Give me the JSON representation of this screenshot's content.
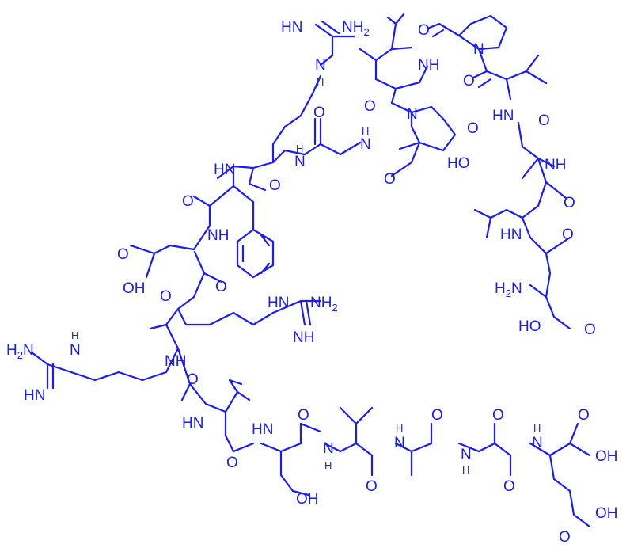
{
  "molecule": {
    "color": "#1a1aff",
    "background": "#ffffff",
    "labels": [
      {
        "id": "arg1-hn",
        "text": "HN",
        "sub": ""
      },
      {
        "id": "arg1-nh2",
        "text": "NH",
        "sub": "2"
      },
      {
        "id": "arg1-nh-side",
        "text": "N",
        "sub": "H"
      },
      {
        "id": "ile-nh",
        "text": "NH",
        "sub": ""
      },
      {
        "id": "pro1-o",
        "text": "O",
        "sub": ""
      },
      {
        "id": "pro1-n",
        "text": "N",
        "sub": ""
      },
      {
        "id": "val1-o",
        "text": "O",
        "sub": ""
      },
      {
        "id": "ile-o",
        "text": "O",
        "sub": ""
      },
      {
        "id": "pro2-n",
        "text": "N",
        "sub": ""
      },
      {
        "id": "gly-o",
        "text": "O",
        "sub": ""
      },
      {
        "id": "gly-n",
        "text": "N",
        "sub": "H"
      },
      {
        "id": "arg1-n",
        "text": "N",
        "sub": "H"
      },
      {
        "id": "val1-hn",
        "text": "HN",
        "sub": ""
      },
      {
        "id": "val1-o2",
        "text": "O",
        "sub": ""
      },
      {
        "id": "asp1-o",
        "text": "O",
        "sub": ""
      },
      {
        "id": "asp1-ho",
        "text": "HO",
        "sub": ""
      },
      {
        "id": "asp1-nh",
        "text": "NH",
        "sub": ""
      },
      {
        "id": "phe-hn",
        "text": "HN",
        "sub": ""
      },
      {
        "id": "arg1-o",
        "text": "O",
        "sub": ""
      },
      {
        "id": "pro2-o",
        "text": "O",
        "sub": ""
      },
      {
        "id": "phe-o",
        "text": "O",
        "sub": ""
      },
      {
        "id": "leu-o",
        "text": "O",
        "sub": ""
      },
      {
        "id": "asp2-nh",
        "text": "NH",
        "sub": ""
      },
      {
        "id": "leu-hn",
        "text": "HN",
        "sub": ""
      },
      {
        "id": "asp3-o",
        "text": "O",
        "sub": ""
      },
      {
        "id": "asp3-o2",
        "text": "O",
        "sub": ""
      },
      {
        "id": "asp3-oh",
        "text": "OH",
        "sub": ""
      },
      {
        "id": "asp3-o3",
        "text": "O",
        "sub": ""
      },
      {
        "id": "asp1-h2n",
        "text": "H",
        "sub": "2"
      },
      {
        "id": "asp1-h2n-n",
        "text": "N",
        "sub": ""
      },
      {
        "id": "arg2-hn",
        "text": "HN",
        "sub": ""
      },
      {
        "id": "arg2-nh2",
        "text": "NH",
        "sub": "2"
      },
      {
        "id": "arg2-o",
        "text": "O",
        "sub": ""
      },
      {
        "id": "arg2-hn2",
        "text": "HN",
        "sub": ""
      },
      {
        "id": "arg2-nh",
        "text": "NH",
        "sub": ""
      },
      {
        "id": "asp4-ho",
        "text": "HO",
        "sub": ""
      },
      {
        "id": "asp4-o",
        "text": "O",
        "sub": ""
      },
      {
        "id": "arg3-h2n",
        "text": "H",
        "sub": "2"
      },
      {
        "id": "arg3-h2n-n",
        "text": "N",
        "sub": ""
      },
      {
        "id": "arg3-n",
        "text": "N",
        "sub": "H"
      },
      {
        "id": "arg3-hn",
        "text": "HN",
        "sub": ""
      },
      {
        "id": "arg3-nh",
        "text": "NH",
        "sub": ""
      },
      {
        "id": "arg3-o",
        "text": "O",
        "sub": ""
      },
      {
        "id": "val2-hn",
        "text": "HN",
        "sub": ""
      },
      {
        "id": "ser-hn",
        "text": "HN",
        "sub": ""
      },
      {
        "id": "ser-o",
        "text": "O",
        "sub": ""
      },
      {
        "id": "val2-o",
        "text": "O",
        "sub": ""
      },
      {
        "id": "val3-n",
        "text": "N",
        "sub": "H"
      },
      {
        "id": "ala1-o",
        "text": "O",
        "sub": ""
      },
      {
        "id": "val3-o",
        "text": "O",
        "sub": ""
      },
      {
        "id": "ala1-n",
        "text": "N",
        "sub": "H"
      },
      {
        "id": "ala2-n",
        "text": "N",
        "sub": "H"
      },
      {
        "id": "ala2-o",
        "text": "O",
        "sub": ""
      },
      {
        "id": "glu-n",
        "text": "N",
        "sub": "H"
      },
      {
        "id": "glu-o",
        "text": "O",
        "sub": ""
      },
      {
        "id": "glu-oh",
        "text": "OH",
        "sub": ""
      },
      {
        "id": "ala2-o2",
        "text": "O",
        "sub": ""
      },
      {
        "id": "ser-oh",
        "text": "OH",
        "sub": ""
      },
      {
        "id": "glu-o2",
        "text": "O",
        "sub": ""
      },
      {
        "id": "glu-oh2",
        "text": "OH",
        "sub": ""
      }
    ]
  }
}
